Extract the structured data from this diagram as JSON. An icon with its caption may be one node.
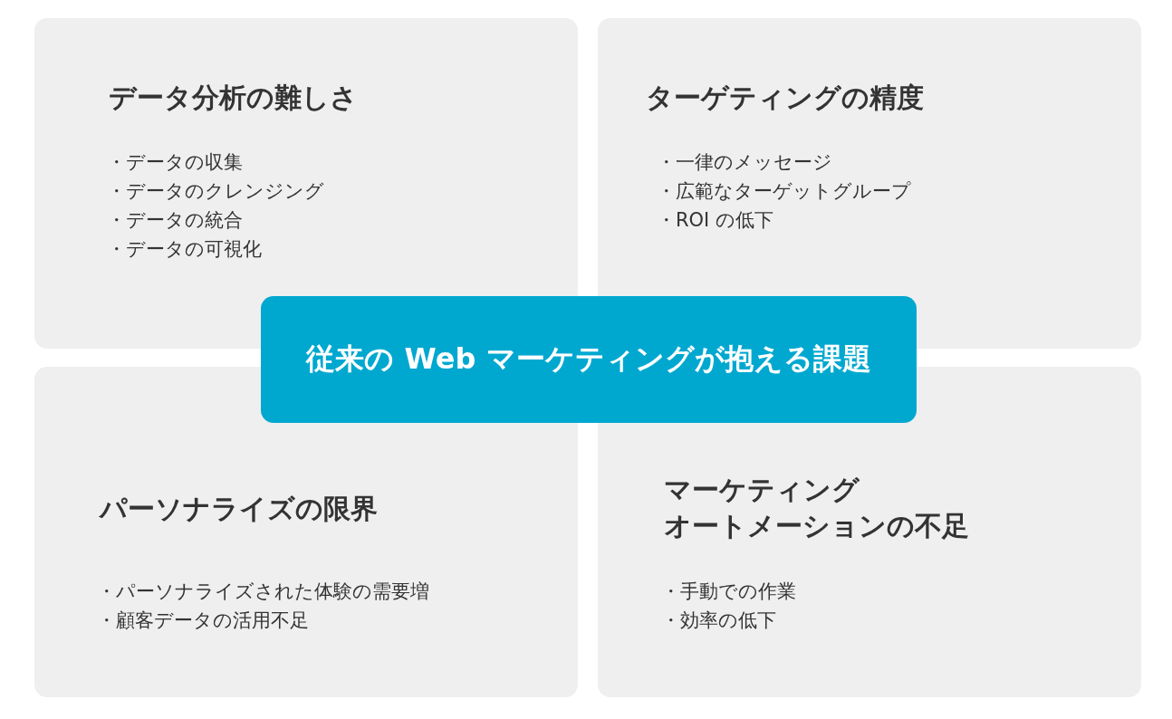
{
  "diagram": {
    "nodes": [
      {
        "text": [
          "データ分析の難しさ",
          "・データの収集",
          "・データのクレンジング",
          "・データの統合",
          "・データの可視化"
        ]
      },
      {
        "text": [
          "ターゲティングの精度",
          "・一律のメッセージ",
          "・広範なターゲットグループ",
          "・ROI の低下"
        ]
      },
      {
        "text": [
          "従来の Web マーケティングが抱える課題"
        ]
      },
      {
        "text": [
          "パーソナライズの限界",
          "・パーソナライズされた体験の需要増",
          "・顧客データの活用不足"
        ]
      },
      {
        "text": [
          "マーケティングオートメーションの不足",
          "・手動での作業",
          "・効率の低下"
        ]
      }
    ],
    "edges": []
  }
}
